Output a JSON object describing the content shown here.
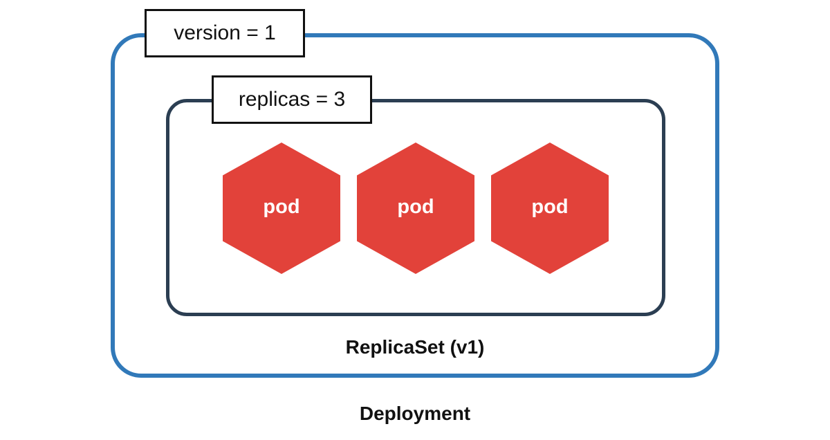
{
  "deployment": {
    "label": "Deployment",
    "version_tag": "version = 1",
    "border_color": "#3179b9"
  },
  "replicaset": {
    "label": "ReplicaSet (v1)",
    "replicas_tag": "replicas = 3",
    "border_color": "#2b3e52"
  },
  "pods": [
    {
      "label": "pod",
      "color": "#e2423a"
    },
    {
      "label": "pod",
      "color": "#e2423a"
    },
    {
      "label": "pod",
      "color": "#e2423a"
    }
  ]
}
